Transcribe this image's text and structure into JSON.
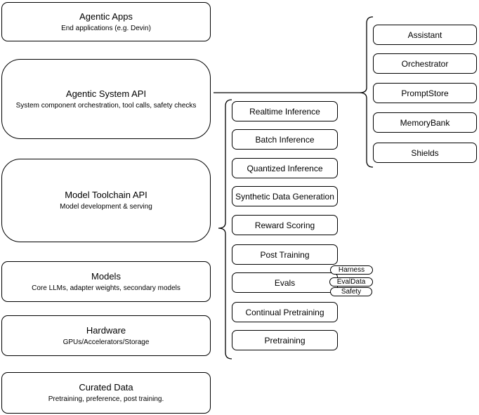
{
  "colors": {
    "stroke": "#000000",
    "background": "#ffffff",
    "text": "#000000"
  },
  "left_column": {
    "items": [
      {
        "title": "Agentic Apps",
        "subtitle": "End applications (e.g. Devin)"
      },
      {
        "title": "Agentic System API",
        "subtitle": "System component orchestration, tool calls, safety checks"
      },
      {
        "title": "Model Toolchain API",
        "subtitle": "Model development & serving"
      },
      {
        "title": "Models",
        "subtitle": "Core LLMs, adapter weights, secondary models"
      },
      {
        "title": "Hardware",
        "subtitle": "GPUs/Accelerators/Storage"
      },
      {
        "title": "Curated Data",
        "subtitle": "Pretraining, preference, post training."
      }
    ]
  },
  "toolchain_components": {
    "items": [
      "Realtime Inference",
      "Batch Inference",
      "Quantized Inference",
      "Synthetic Data Generation",
      "Reward Scoring",
      "Post Training",
      "Evals",
      "Continual Pretraining",
      "Pretraining"
    ]
  },
  "system_components": {
    "items": [
      "Assistant",
      "Orchestrator",
      "PromptStore",
      "MemoryBank",
      "Shields"
    ]
  },
  "eval_tags": {
    "items": [
      "Harness",
      "EvalData",
      "Safety"
    ]
  }
}
